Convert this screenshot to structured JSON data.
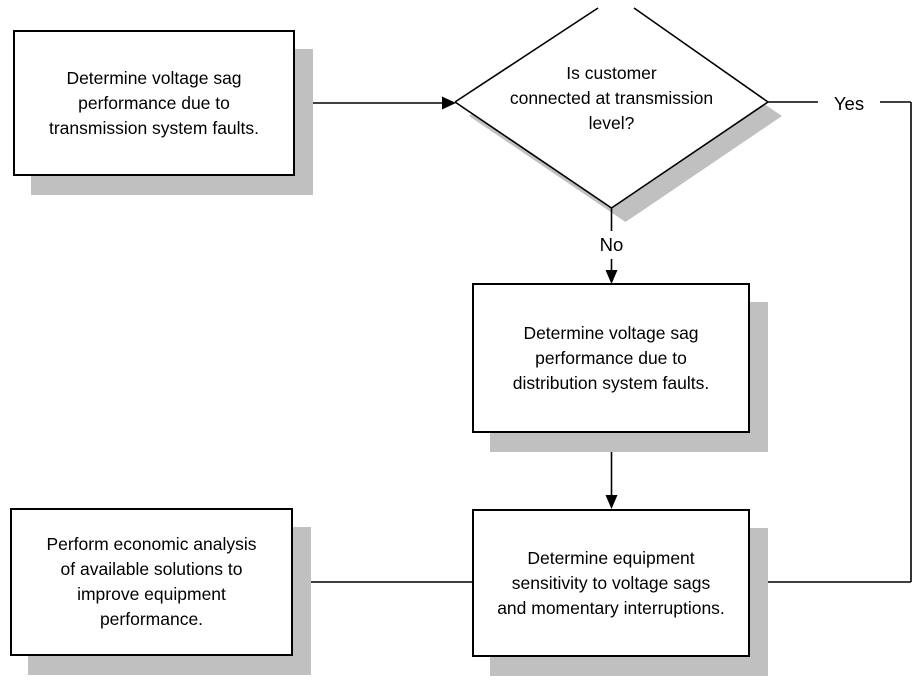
{
  "nodes": [
    {
      "id": "transmission-sag",
      "shape": "rect",
      "text_lines": [
        "Determine voltage sag",
        "performance due to",
        "transmission system faults."
      ]
    },
    {
      "id": "transmission-level-decision",
      "shape": "diamond",
      "text_lines": [
        "Is customer",
        "connected at transmission",
        "level?"
      ]
    },
    {
      "id": "distribution-sag",
      "shape": "rect",
      "text_lines": [
        "Determine voltage sag",
        "performance due to",
        "distribution system faults."
      ]
    },
    {
      "id": "equipment-sensitivity",
      "shape": "rect",
      "text_lines": [
        "Determine equipment",
        "sensitivity to voltage sags",
        "and momentary interruptions."
      ]
    },
    {
      "id": "economic-analysis",
      "shape": "rect",
      "text_lines": [
        "Perform economic analysis",
        "of available solutions to",
        "improve equipment",
        "performance."
      ]
    }
  ],
  "edge_labels": {
    "yes": "Yes",
    "no": "No"
  },
  "colors": {
    "background": "#ffffff",
    "node_fill": "#ffffff",
    "node_border": "#000000",
    "shadow": "#c0c0c0",
    "text": "#000000"
  }
}
